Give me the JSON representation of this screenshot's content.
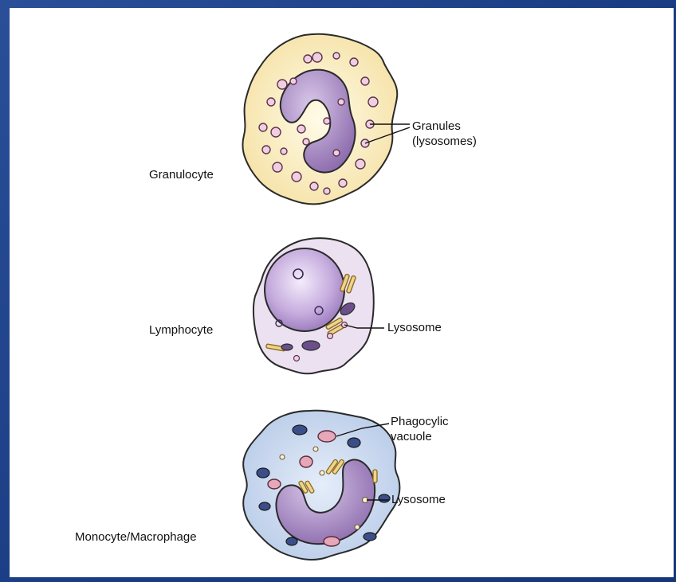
{
  "cells": [
    {
      "name": "Granulocyte"
    },
    {
      "name": "Lymphocyte"
    },
    {
      "name": "Monocyte/Macrophage"
    }
  ],
  "callouts": {
    "granules_line1": "Granules",
    "granules_line2": "(lysosomes)",
    "lysosome_lymph": "Lysosome",
    "phago_line1": "Phagocylic",
    "phago_line2": "vacuole",
    "lysosome_mono": "Lysosome"
  },
  "colors": {
    "background": "#1b3d84",
    "panel": "#ffffff",
    "granulocyte_cytoplasm": "#fbeec0",
    "lymphocyte_cytoplasm": "#e8dcec",
    "monocyte_cytoplasm": "#cfdcf0",
    "nucleus": "#a98cc2",
    "granule": "#f1cfe0"
  }
}
